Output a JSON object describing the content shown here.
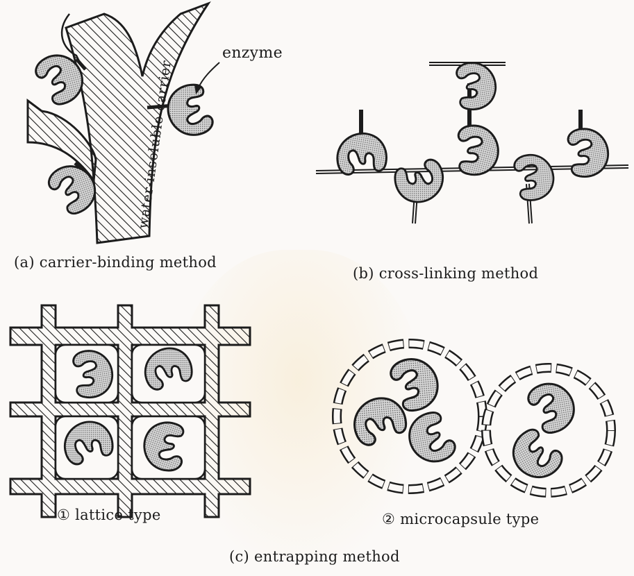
{
  "labels": {
    "enzyme": "enzyme",
    "carrier_text": "water-insoluble carrier",
    "panel_a": "(a) carrier-binding method",
    "panel_b": "(b) cross-linking method",
    "panel_c": "(c) entrapping method",
    "lattice": "① lattice type",
    "microcapsule": "②  microcapsule type"
  },
  "colors": {
    "ink": "#1c1c1c",
    "paper": "#fbf9f7",
    "enzyme_fill": "#d0d0d0",
    "watermark": "#ecbe5a"
  }
}
